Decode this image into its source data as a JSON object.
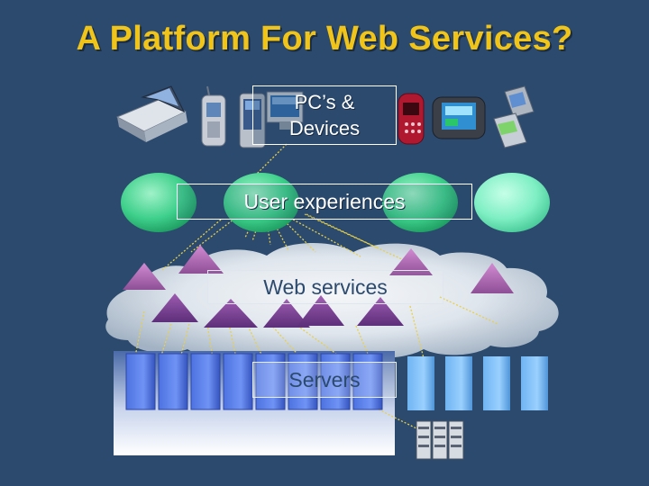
{
  "slide": {
    "title": "A Platform For Web Services?",
    "labels": {
      "devices": "PC’s & Devices",
      "user_experiences": "User experiences",
      "web_services": "Web services",
      "servers": "Servers"
    }
  },
  "colors": {
    "background": "#2b4a6e",
    "title": "#f0c419",
    "ellipse": "#3ecf8e",
    "triangle": "#b06ab0",
    "server": "#5f8ff0",
    "connector": "#e8d048"
  },
  "icons": [
    "laptop-icon",
    "phone-icon",
    "pda-icon",
    "monitor-icon",
    "red-device-icon",
    "handheld-icon",
    "flip-phone-icon",
    "server-stack-icon"
  ]
}
